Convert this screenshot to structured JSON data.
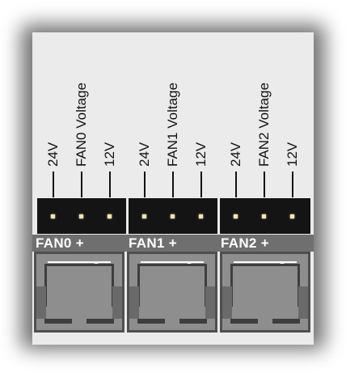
{
  "fans": [
    {
      "name": "FAN0",
      "plus": "+",
      "pins": [
        "24V",
        "FAN0 Voltage",
        "12V"
      ]
    },
    {
      "name": "FAN1",
      "plus": "+",
      "pins": [
        "24V",
        "FAN1 Voltage",
        "12V"
      ]
    },
    {
      "name": "FAN2",
      "plus": "+",
      "pins": [
        "24V",
        "FAN2 Voltage",
        "12V"
      ]
    }
  ],
  "colors": {
    "board": "#ebebeb",
    "header": "#141414",
    "pin": "#f2e6b0",
    "strip": "#6f6f6f",
    "connector": "#8e8e8e"
  }
}
